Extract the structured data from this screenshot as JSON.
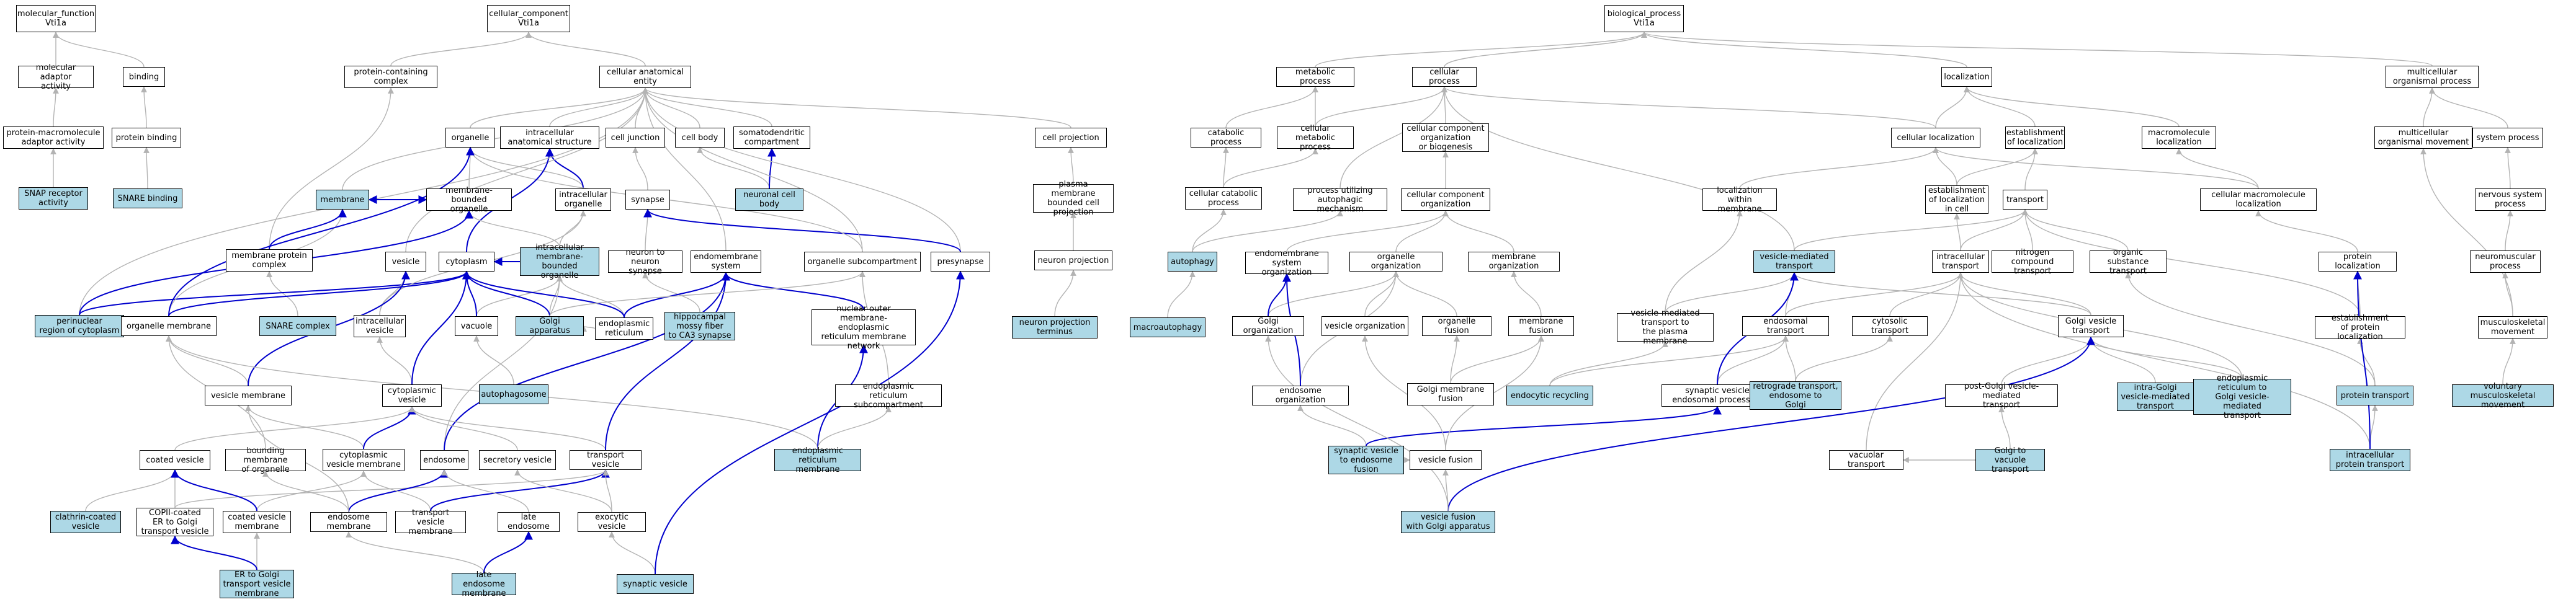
{
  "colors": {
    "node_fill": "#ffffff",
    "highlight_fill": "#add8e6",
    "border": "#000000",
    "edge_gray": "#b3b3b3",
    "edge_blue": "#0000cc"
  },
  "nodes": {
    "mf": {
      "label": "molecular_function\nVti1a"
    },
    "mfa": {
      "label": "molecular adaptor\nactivity"
    },
    "bind": {
      "label": "binding"
    },
    "pmaa": {
      "label": "protein-macromolecule\nadaptor activity"
    },
    "pb": {
      "label": "protein binding"
    },
    "snra": {
      "label": "SNAP receptor\nactivity",
      "hl": true
    },
    "snrb": {
      "label": "SNARE binding",
      "hl": true
    },
    "cc": {
      "label": "cellular_component\nVti1a"
    },
    "pcc": {
      "label": "protein-containing\ncomplex"
    },
    "cae": {
      "label": "cellular anatomical\nentity"
    },
    "mem": {
      "label": "membrane",
      "hl": true
    },
    "mpc": {
      "label": "membrane protein\ncomplex"
    },
    "snc": {
      "label": "SNARE complex",
      "hl": true
    },
    "org": {
      "label": "organelle"
    },
    "ias": {
      "label": "intracellular\nanatomical structure"
    },
    "cj": {
      "label": "cell junction"
    },
    "cb": {
      "label": "cell body"
    },
    "sdc": {
      "label": "somatodendritic\ncompartment"
    },
    "ncb": {
      "label": "neuronal cell\nbody",
      "hl": true
    },
    "cproj": {
      "label": "cell projection"
    },
    "pmbcp": {
      "label": "plasma membrane\nbounded cell\nprojection"
    },
    "np": {
      "label": "neuron projection"
    },
    "npt": {
      "label": "neuron projection\nterminus",
      "hl": true
    },
    "mbo": {
      "label": "membrane-bounded\norganelle"
    },
    "io": {
      "label": "intracellular\norganelle"
    },
    "syn": {
      "label": "synapse"
    },
    "ntns": {
      "label": "neuron to neuron\nsynapse"
    },
    "hmf": {
      "label": "hippocampal\nmossy fiber\nto CA3 synapse",
      "hl": true
    },
    "presyn": {
      "label": "presynapse"
    },
    "osc": {
      "label": "organelle subcompartment"
    },
    "ves": {
      "label": "vesicle"
    },
    "cyto": {
      "label": "cytoplasm"
    },
    "imbo": {
      "label": "intracellular\nmembrane-bounded\norganelle",
      "hl": true
    },
    "ems": {
      "label": "endomembrane\nsystem"
    },
    "prc": {
      "label": "perinuclear\nregion of cytoplasm",
      "hl": true
    },
    "om": {
      "label": "organelle membrane"
    },
    "iv": {
      "label": "intracellular\nvesicle"
    },
    "vac": {
      "label": "vacuole"
    },
    "golgi": {
      "label": "Golgi apparatus",
      "hl": true
    },
    "er": {
      "label": "endoplasmic\nreticulum"
    },
    "nom": {
      "label": "nuclear outer\nmembrane-endoplasmic\nreticulum membrane\nnetwork"
    },
    "aph": {
      "label": "autophagosome",
      "hl": true
    },
    "vm": {
      "label": "vesicle membrane"
    },
    "cv": {
      "label": "cytoplasmic\nvesicle"
    },
    "ersc": {
      "label": "endoplasmic\nreticulum subcompartment"
    },
    "erm": {
      "label": "endoplasmic\nreticulum membrane",
      "hl": true
    },
    "coatv": {
      "label": "coated vesicle"
    },
    "bmo": {
      "label": "bounding membrane\nof organelle"
    },
    "cvm": {
      "label": "cytoplasmic\nvesicle membrane"
    },
    "endo": {
      "label": "endosome"
    },
    "secv": {
      "label": "secretory vesicle"
    },
    "trv": {
      "label": "transport vesicle"
    },
    "ccv": {
      "label": "clathrin-coated\nvesicle",
      "hl": true
    },
    "copii": {
      "label": "COPII-coated\nER to Golgi\ntransport vesicle"
    },
    "cvmem": {
      "label": "coated vesicle\nmembrane"
    },
    "em": {
      "label": "endosome membrane"
    },
    "tvm": {
      "label": "transport vesicle\nmembrane"
    },
    "le": {
      "label": "late endosome"
    },
    "exv": {
      "label": "exocytic vesicle"
    },
    "ergv": {
      "label": "ER to Golgi\ntransport vesicle\nmembrane",
      "hl": true
    },
    "lem": {
      "label": "late endosome\nmembrane",
      "hl": true
    },
    "sv": {
      "label": "synaptic vesicle",
      "hl": true
    },
    "bp": {
      "label": "biological_process\nVti1a"
    },
    "metp": {
      "label": "metabolic process"
    },
    "cellp": {
      "label": "cellular process"
    },
    "loc": {
      "label": "localization"
    },
    "mop": {
      "label": "multicellular\norganismal process"
    },
    "catp": {
      "label": "catabolic process"
    },
    "cmp": {
      "label": "cellular metabolic\nprocess"
    },
    "ccob": {
      "label": "cellular component\norganization\nor biogenesis"
    },
    "cloc": {
      "label": "cellular localization"
    },
    "estl": {
      "label": "establishment\nof localization"
    },
    "macl": {
      "label": "macromolecule\nlocalization"
    },
    "mom": {
      "label": "multicellular\norganismal movement"
    },
    "sysp": {
      "label": "system process"
    },
    "ccp": {
      "label": "cellular catabolic\nprocess"
    },
    "puam": {
      "label": "process utilizing\nautophagic mechanism"
    },
    "cco": {
      "label": "cellular component\norganization"
    },
    "lwm": {
      "label": "localization\nwithin membrane"
    },
    "elic": {
      "label": "establishment\nof localization\nin cell"
    },
    "trans": {
      "label": "transport"
    },
    "cml": {
      "label": "cellular macromolecule\nlocalization"
    },
    "nsp": {
      "label": "nervous system\nprocess"
    },
    "autoph": {
      "label": "autophagy",
      "hl": true
    },
    "macro": {
      "label": "macroautophagy",
      "hl": true
    },
    "emso": {
      "label": "endomembrane\nsystem organization"
    },
    "orgo": {
      "label": "organelle organization"
    },
    "memo": {
      "label": "membrane organization"
    },
    "vmt": {
      "label": "vesicle-mediated\ntransport",
      "hl": true
    },
    "it": {
      "label": "intracellular\ntransport"
    },
    "nct": {
      "label": "nitrogen compound\ntransport"
    },
    "ost": {
      "label": "organic substance\ntransport"
    },
    "pl": {
      "label": "protein localization"
    },
    "nmp": {
      "label": "neuromuscular\nprocess"
    },
    "golo": {
      "label": "Golgi organization"
    },
    "veso": {
      "label": "vesicle organization"
    },
    "orgf": {
      "label": "organelle fusion"
    },
    "memf": {
      "label": "membrane fusion"
    },
    "vmtpm": {
      "label": "vesicle-mediated\ntransport to\nthe plasma membrane"
    },
    "endt": {
      "label": "endosomal transport"
    },
    "cytt": {
      "label": "cytosolic transport"
    },
    "gvt": {
      "label": "Golgi vesicle\ntransport"
    },
    "epl": {
      "label": "establishment\nof protein localization"
    },
    "msm": {
      "label": "musculoskeletal\nmovement"
    },
    "endoo": {
      "label": "endosome organization"
    },
    "gmf": {
      "label": "Golgi membrane\nfusion"
    },
    "endr": {
      "label": "endocytic recycling",
      "hl": true
    },
    "svep": {
      "label": "synaptic vesicle\nendosomal processing"
    },
    "rtet": {
      "label": "retrograde transport,\nendosome to\nGolgi",
      "hl": true
    },
    "pgvt": {
      "label": "post-Golgi vesicle-mediated\ntransport"
    },
    "igvt": {
      "label": "intra-Golgi\nvesicle-mediated\ntransport",
      "hl": true
    },
    "ergvt": {
      "label": "endoplasmic\nreticulum to\nGolgi vesicle-mediated\ntransport",
      "hl": true
    },
    "pt": {
      "label": "protein transport",
      "hl": true
    },
    "vmm": {
      "label": "voluntary musculoskeletal\nmovement",
      "hl": true
    },
    "svtef": {
      "label": "synaptic vesicle\nto endosome\nfusion",
      "hl": true
    },
    "vf": {
      "label": "vesicle fusion"
    },
    "vact": {
      "label": "vacuolar transport"
    },
    "gtvt": {
      "label": "Golgi to vacuole\ntransport",
      "hl": true
    },
    "ipt": {
      "label": "intracellular\nprotein transport",
      "hl": true
    },
    "vfga": {
      "label": "vesicle fusion\nwith Golgi apparatus",
      "hl": true
    }
  }
}
